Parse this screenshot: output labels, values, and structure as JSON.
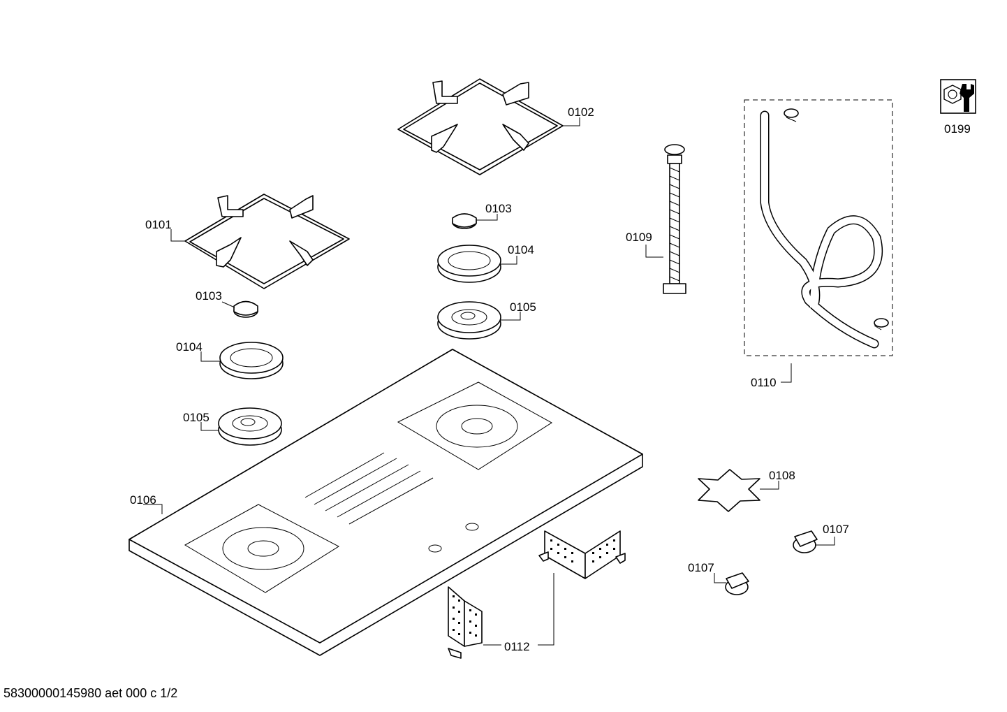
{
  "labels": {
    "p0101": "0101",
    "p0102": "0102",
    "p0103a": "0103",
    "p0103b": "0103",
    "p0104a": "0104",
    "p0104b": "0104",
    "p0105a": "0105",
    "p0105b": "0105",
    "p0106": "0106",
    "p0107a": "0107",
    "p0107b": "0107",
    "p0108": "0108",
    "p0109": "0109",
    "p0110": "0110",
    "p0112": "0112",
    "p0199": "0199"
  },
  "footer": {
    "doc_id": "58300000145980 aet 000 c 1/2"
  },
  "icons": {
    "service": "wrench-nut-icon"
  }
}
